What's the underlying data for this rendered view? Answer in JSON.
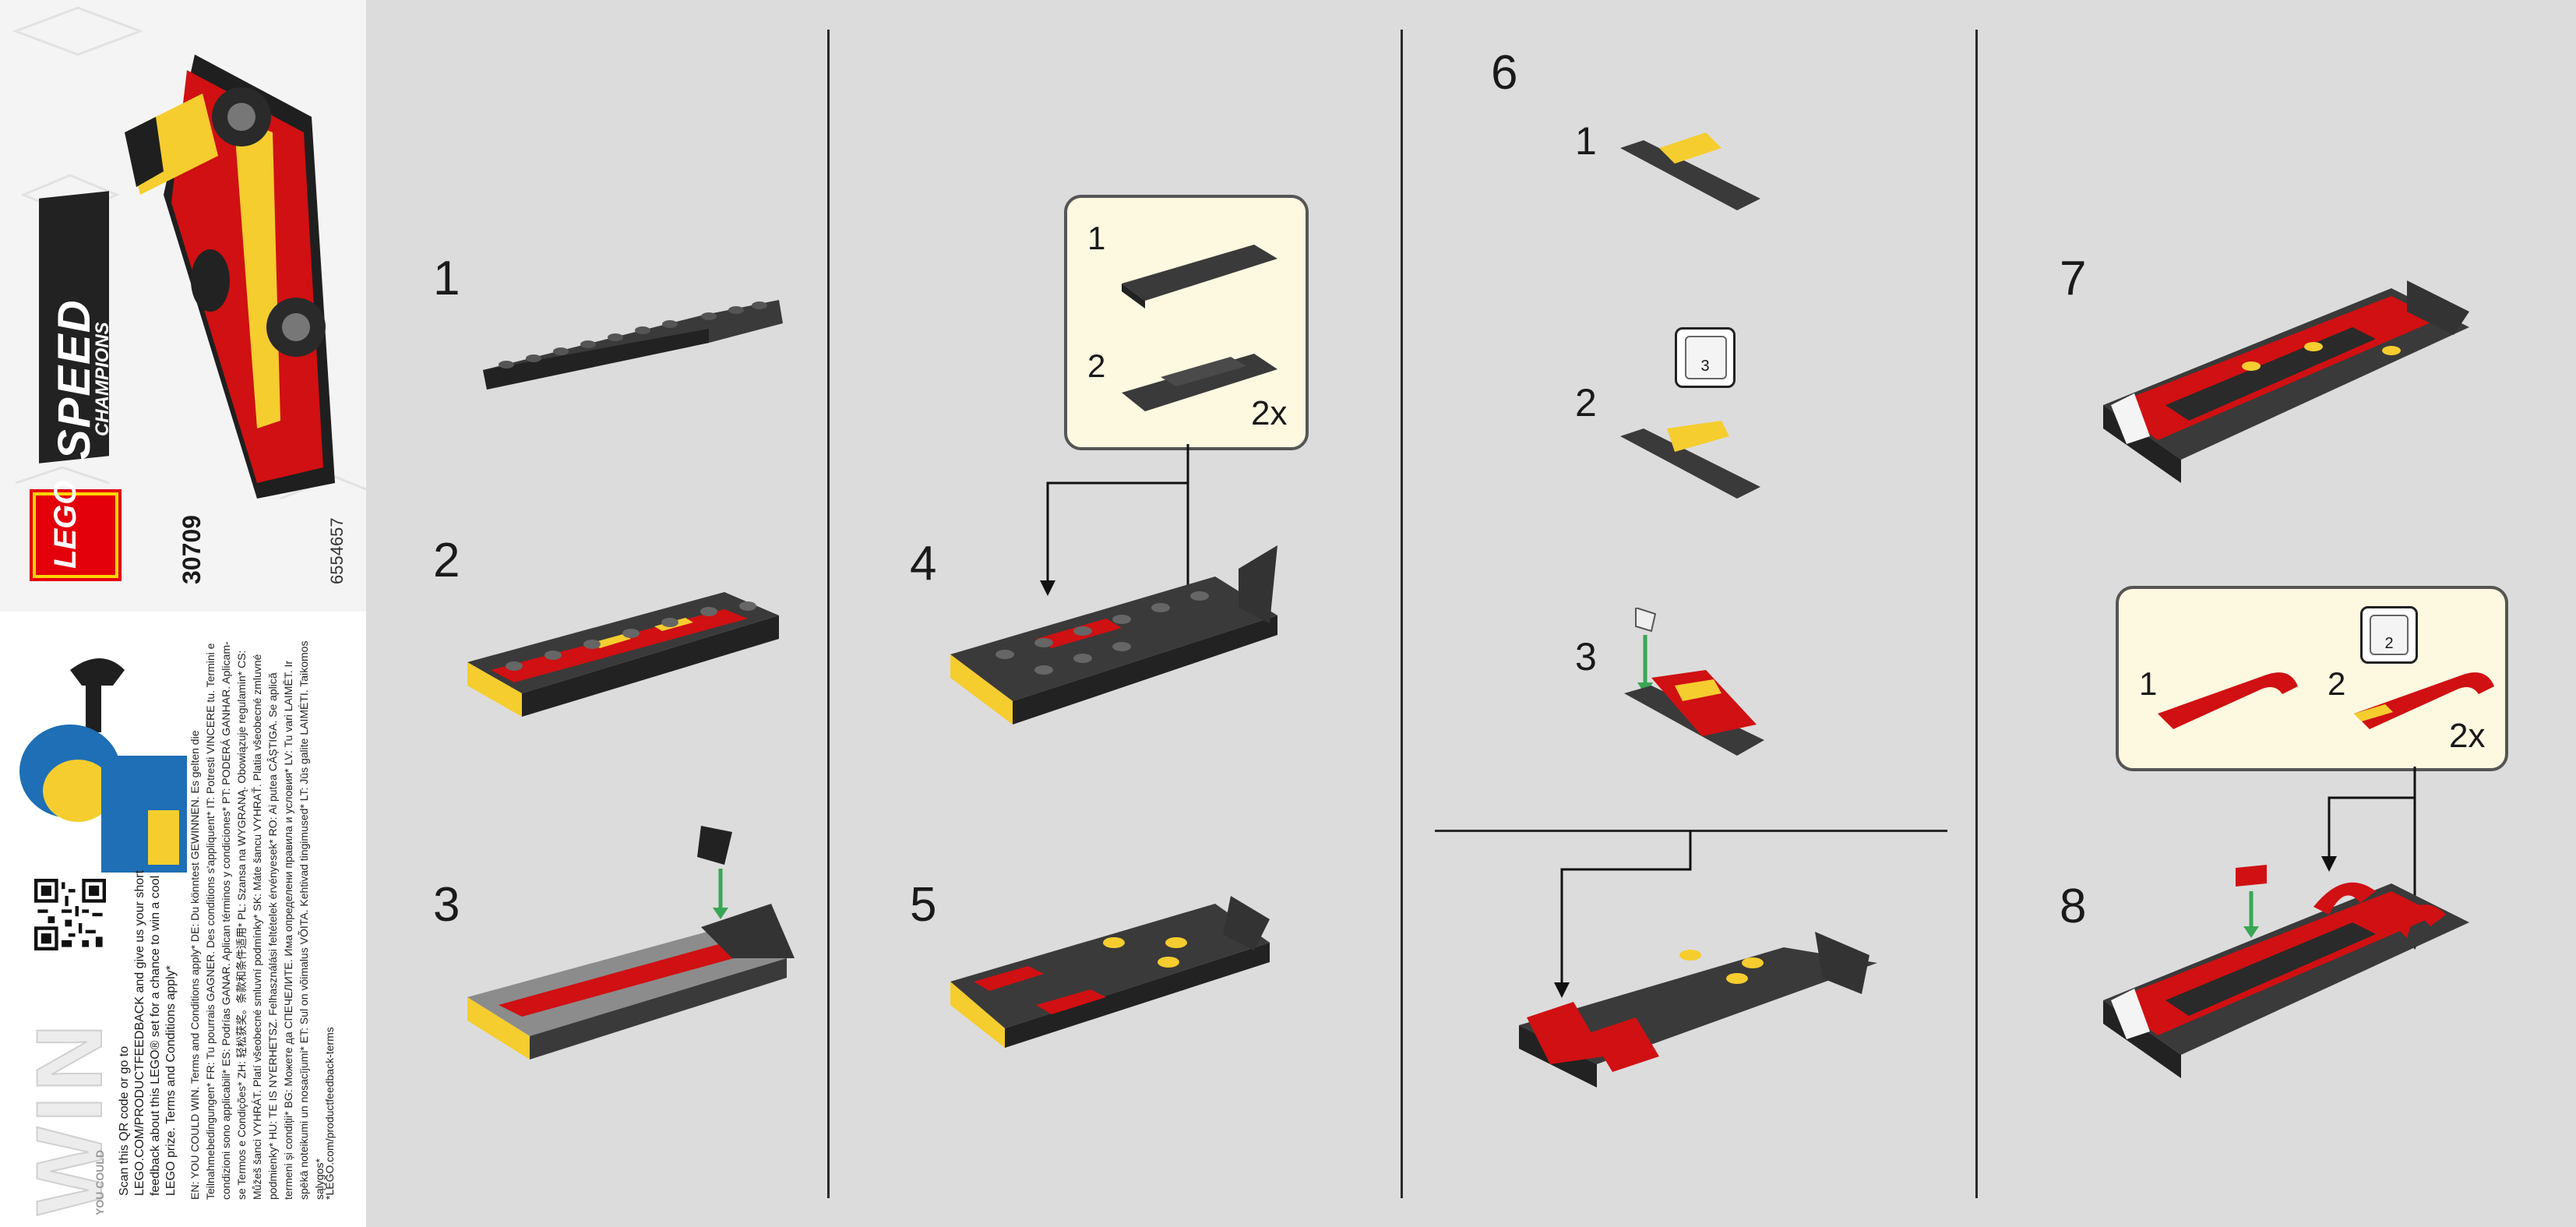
{
  "cover": {
    "brand": "LEGO",
    "logo_line1": "SPEED",
    "logo_line2": "CHAMPIONS",
    "set_number": "30709",
    "item_code": "6554657"
  },
  "promo": {
    "you_could": "YOU COULD",
    "win": "WIN",
    "scan_text": "Scan this QR code or go to LEGO.COM/PRODUCTFEEDBACK and give us your short feedback about this LEGO® set for a chance to win a cool LEGO prize. Terms and Conditions apply*",
    "legal": "EN: YOU COULD WIN. Terms and Conditions apply* DE: Du könntest GEWINNEN. Es gelten die Teilnahmebedingungen* FR: Tu pourrais GAGNER. Des conditions s'appliquent* IT: Potresti VINCERE tu. Termini e condizioni sono applicabili* ES: Podrías GANAR. Aplican términos y condiciones* PT: PODERÁ GANHAR. Aplicam-se Termos e Condições* ZH: 轻松获奖。条款和条件适用* PL: Szansa na WYGRANĄ. Obowiązuje regulamin* CS: Můžeš šanci VYHRÁT. Platí všeobecné smluvní podmínky* SK: Máte šancu VYHRAŤ. Platia všeobecné zmluvné podmienky* HU: TE IS NYERHETSZ. Felhasználási feltételek érvényesek* RO: Ai putea CÂȘTIGA. Se aplică termeni și condiții* BG: Можете да СПЕЧЕЛИТЕ. Има определени правила и условия* LV: Tu vari LAIMĒT. Ir spēkā noteikumi un nosacījumi* ET: Sul on võimalus VÕITA. Kehtivad tingimused* LT: Jūs galite LAIMĖTI. Taikomos sąlygos*",
    "footnote": "*LEGO.com/productfeedback-terms"
  },
  "steps": {
    "s1": "1",
    "s2": "2",
    "s3": "3",
    "s4": "4",
    "s5": "5",
    "s6": "6",
    "s7": "7",
    "s8": "8"
  },
  "callout_a": {
    "n1": "1",
    "n2": "2",
    "mult": "2x"
  },
  "step6": {
    "a": "1",
    "b": "2",
    "c": "3",
    "badge": "3"
  },
  "callout_b": {
    "n1": "1",
    "n2": "2",
    "mult": "2x",
    "badge": "2"
  },
  "colors": {
    "background": "#dcdcdc",
    "brick_dark": "#3a3a3a",
    "brick_light": "#8c8c8c",
    "red": "#d01012",
    "yellow": "#f5cd2f",
    "callout_bg": "#fdf8e0",
    "green_arrow": "#3aa655"
  }
}
